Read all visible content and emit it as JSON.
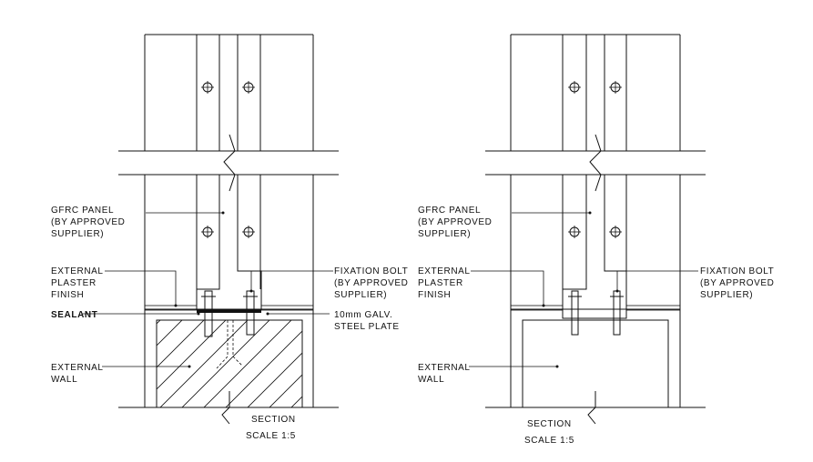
{
  "colors": {
    "ink": "#111111",
    "background": "#ffffff"
  },
  "left": {
    "gfrc_label": [
      "GFRC PANEL",
      "(BY APPROVED",
      "SUPPLIER)"
    ],
    "plaster_label": [
      "EXTERNAL",
      "PLASTER",
      "FINISH"
    ],
    "sealant_label": "SEALANT",
    "wall_label": [
      "EXTERNAL",
      "WALL"
    ],
    "bolt_label": [
      "FIXATION BOLT",
      "(BY APPROVED",
      "SUPPLIER)"
    ],
    "plate_label": [
      "10mm GALV.",
      "STEEL PLATE"
    ],
    "section_title": "SECTION",
    "scale": "SCALE 1:5"
  },
  "right": {
    "gfrc_label": [
      "GFRC PANEL",
      "(BY APPROVED",
      "SUPPLIER)"
    ],
    "plaster_label": [
      "EXTERNAL",
      "PLASTER",
      "FINISH"
    ],
    "wall_label": [
      "EXTERNAL",
      "WALL"
    ],
    "bolt_label": [
      "FIXATION BOLT",
      "(BY APPROVED",
      "SUPPLIER)"
    ],
    "section_title": "SECTION",
    "scale": "SCALE 1:5"
  }
}
